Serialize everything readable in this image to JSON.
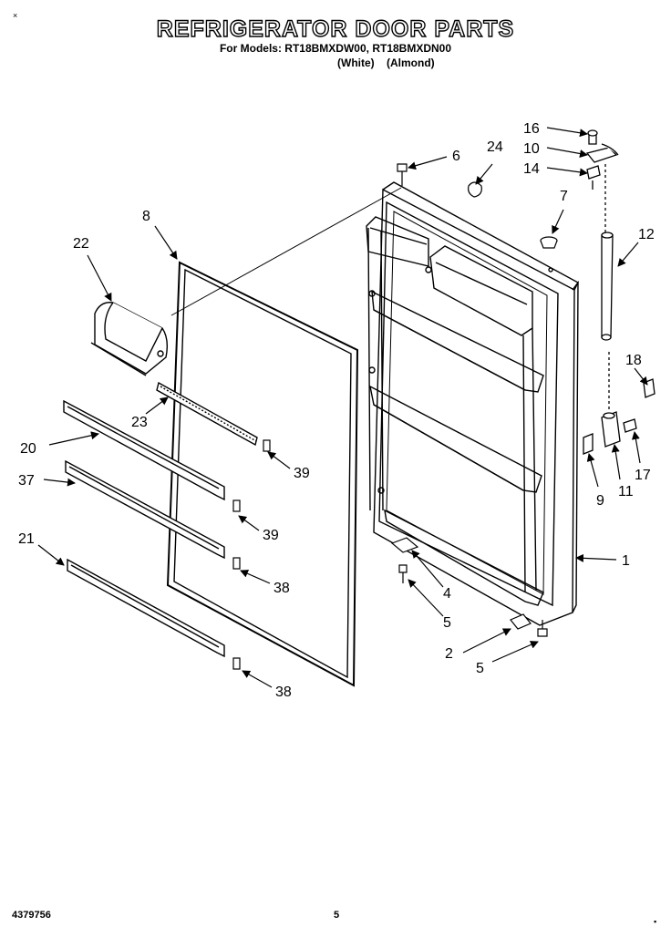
{
  "header": {
    "title": "REFRIGERATOR DOOR PARTS",
    "models_line": "For Models: RT18BMXDW00, RT18BMXDN00",
    "variants_line": "(White)    (Almond)"
  },
  "marks": {
    "top_left": "×",
    "bottom_right": "▪"
  },
  "footer": {
    "doc_number": "4379756",
    "page": "5"
  },
  "callouts": [
    {
      "id": "c16",
      "label": "16"
    },
    {
      "id": "c10",
      "label": "10"
    },
    {
      "id": "c14",
      "label": "14"
    },
    {
      "id": "c6",
      "label": "6"
    },
    {
      "id": "c24",
      "label": "24"
    },
    {
      "id": "c7",
      "label": "7"
    },
    {
      "id": "c8",
      "label": "8"
    },
    {
      "id": "c22",
      "label": "22"
    },
    {
      "id": "c12",
      "label": "12"
    },
    {
      "id": "c18",
      "label": "18"
    },
    {
      "id": "c23",
      "label": "23"
    },
    {
      "id": "c20",
      "label": "20"
    },
    {
      "id": "c39a",
      "label": "39"
    },
    {
      "id": "c37",
      "label": "37"
    },
    {
      "id": "c39b",
      "label": "39"
    },
    {
      "id": "c9",
      "label": "9"
    },
    {
      "id": "c11",
      "label": "11"
    },
    {
      "id": "c17",
      "label": "17"
    },
    {
      "id": "c21",
      "label": "21"
    },
    {
      "id": "c38a",
      "label": "38"
    },
    {
      "id": "c1",
      "label": "1"
    },
    {
      "id": "c4",
      "label": "4"
    },
    {
      "id": "c5a",
      "label": "5"
    },
    {
      "id": "c2",
      "label": "2"
    },
    {
      "id": "c5b",
      "label": "5"
    },
    {
      "id": "c38b",
      "label": "38"
    }
  ]
}
